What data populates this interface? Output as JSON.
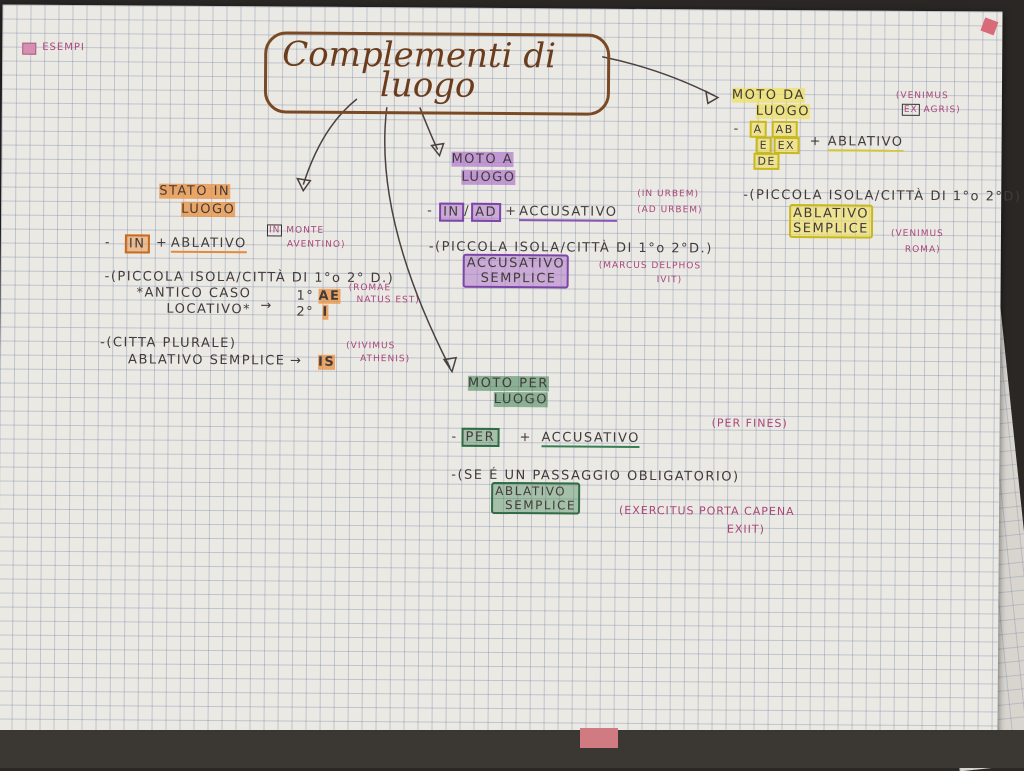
{
  "title": {
    "line1": "Complementi di",
    "line2": "luogo"
  },
  "legend": {
    "label": "ESEMPI"
  },
  "stato": {
    "heading1": "STATO IN",
    "heading2": "LUOGO",
    "rule1": {
      "dash": "-",
      "in": "IN",
      "plus": "+",
      "ablativo": "ABLATIVO"
    },
    "ex1": {
      "in": "IN",
      "rest1": "MONTE",
      "rest2": "AVENTINO)"
    },
    "rule2": "-(PICCOLA ISOLA/CITTÀ DI 1°o 2° D.)",
    "rule2b": "*ANTICO CASO",
    "rule2c": "LOCATIVO*",
    "arrow": "→",
    "decl1": "1°",
    "decl2": "2°",
    "ae": "AE",
    "i": "I",
    "ex2a": "(ROMAE",
    "ex2b": "NATUS EST)",
    "rule3": "-(CITTA PLURALE)",
    "rule3b": "ABLATIVO SEMPLICE",
    "rule3arrow": "→",
    "is": "IS",
    "ex3a": "(VIVIMUS",
    "ex3b": "ATHENIS)"
  },
  "moto_a": {
    "heading1": "MOTO A",
    "heading2": "LUOGO",
    "dash": "-",
    "in": "IN",
    "slash": "/",
    "ad": "AD",
    "plus": "+",
    "accusativo": "ACCUSATIVO",
    "ex1a": "(IN URBEM)",
    "ex1b": "(AD URBEM)",
    "rule2": "-(PICCOLA ISOLA/CITTÀ DI 1°o 2°D.)",
    "acc1": "ACCUSATIVO",
    "acc2": "SEMPLICE",
    "ex2a": "(MARCUS DELPHOS",
    "ex2b": "IVIT)"
  },
  "moto_da": {
    "heading1": "MOTO DA",
    "heading2": "LUOGO",
    "dash": "-",
    "a": "A",
    "ab": "AB",
    "e": "E",
    "ex": "EX",
    "de": "DE",
    "plus": "+",
    "ablativo": "ABLATIVO",
    "ex1a": "(VENIMUS",
    "ex1b_ex": "EX",
    "ex1b": "AGRIS)",
    "rule2": "-(PICCOLA ISOLA/CITTÀ DI 1°o 2°D)",
    "abl1": "ABLATIVO",
    "abl2": "SEMPLICE",
    "ex2a": "(VENIMUS",
    "ex2b": "ROMA)"
  },
  "moto_per": {
    "heading1": "MOTO PER",
    "heading2": "LUOGO",
    "dash": "-",
    "per": "PER",
    "plus": "+",
    "accusativo": "ACCUSATIVO",
    "ex1a": "(PER",
    "ex1b": "FINES)",
    "rule2": "-(SE É UN PASSAGGIO OBLIGATORIO)",
    "abl1": "ABLATIVO",
    "abl2": "SEMPLICE",
    "ex2a": "(EXERCITUS PORTA CAPENA",
    "ex2b": "EXIIT)"
  },
  "colors": {
    "ink": "#433b3b",
    "examples": "#a8467a",
    "title": "#6b3d1c",
    "stato": "#ea8f3e",
    "moto_a": "#aa6ec8",
    "moto_da": "#f0e05a",
    "moto_per": "#3c8250"
  }
}
